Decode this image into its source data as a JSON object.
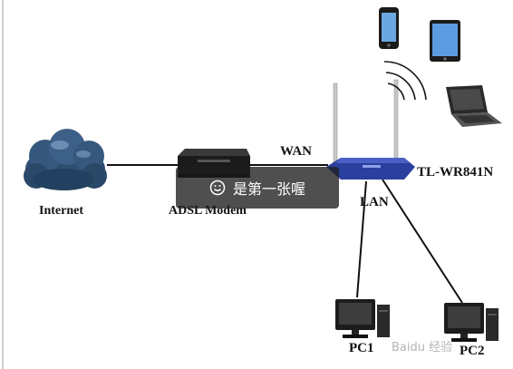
{
  "labels": {
    "internet": "Internet",
    "adsl_modem": "ADSL Modem",
    "wan": "WAN",
    "lan": "LAN",
    "router": "TL-WR841N",
    "pc1": "PC1",
    "pc2": "PC2"
  },
  "overlay": {
    "toast_text": "是第一张喔",
    "toast_icon": "smiley-icon"
  },
  "watermark": "Baidu 经验",
  "colors": {
    "router_body": "#2a3f9e",
    "cloud": "#3b5b7d",
    "line": "#111111"
  }
}
